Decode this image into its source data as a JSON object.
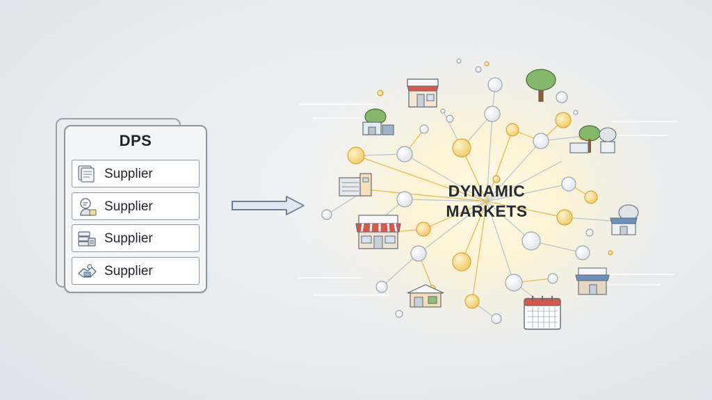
{
  "dps": {
    "title": "DPS",
    "suppliers": [
      {
        "label": "Supplier",
        "icon": "document-stack-icon"
      },
      {
        "label": "Supplier",
        "icon": "person-chat-icon"
      },
      {
        "label": "Supplier",
        "icon": "server-stack-icon"
      },
      {
        "label": "Supplier",
        "icon": "handshake-icon"
      }
    ]
  },
  "market": {
    "label_line_1": "DYNAMIC",
    "label_line_2": "MARKETS",
    "icons": [
      "storefront-icon",
      "tree-icon",
      "calendar-icon",
      "building-icon",
      "register-icon"
    ]
  },
  "colors": {
    "panel_border": "#8c96a1",
    "arrow_fill": "#dfe6f1",
    "arrow_stroke": "#5f6f86",
    "glow_center": "#fff7d6",
    "gold_node": "#f6d77f",
    "grey_node": "#eef1f4",
    "link_gold": "#e8b94a",
    "link_grey": "#b8c2cc",
    "awning_red": "#d9564a"
  }
}
